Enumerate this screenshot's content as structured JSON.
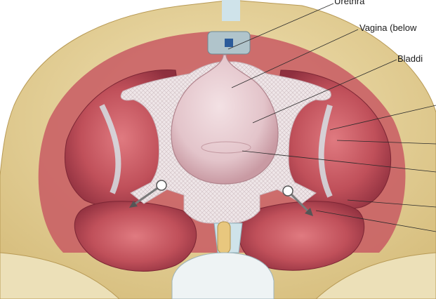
{
  "labels": {
    "urethra": "Urethra",
    "vagina": "Vagina (below",
    "bladder": "Bladdi"
  },
  "colors": {
    "background": "#ffffff",
    "skin": "#e8d39a",
    "skin_shadow": "#c9b06a",
    "muscle": "#c0505a",
    "muscle_dark": "#8e2f3e",
    "muscle_light": "#e08a8e",
    "mesh": "#ece4e6",
    "bladder": "#e6cbd0",
    "bone": "#eef3f4",
    "fascia": "#cfe3ea"
  }
}
